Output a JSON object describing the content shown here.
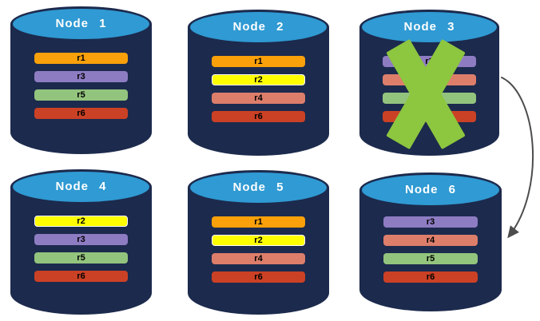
{
  "diagram": {
    "background": "#ffffff",
    "colors": {
      "cylinder_body": "#1C2A4D",
      "cylinder_lid": "#2F9AD3",
      "lid_rim": "#1C2A4D",
      "title_text": "#FFFFFF",
      "bar_text": "#000000",
      "failure_x": "#8DC63F",
      "arrow": "#4D4D4D",
      "highlight_outline": "#FFFFFF"
    },
    "nodes": [
      {
        "title": "Node 1",
        "failed": false,
        "replicas": [
          {
            "label": "r1",
            "color": "#F9A00A"
          },
          {
            "label": "r3",
            "color": "#8E7CC3"
          },
          {
            "label": "r5",
            "color": "#93C47D"
          },
          {
            "label": "r6",
            "color": "#CB4125"
          }
        ]
      },
      {
        "title": "Node 2",
        "failed": false,
        "replicas": [
          {
            "label": "r1",
            "color": "#F9A00A"
          },
          {
            "label": "r2",
            "color": "#FFFF00",
            "outline": "#FFFFFF"
          },
          {
            "label": "r4",
            "color": "#DD7E6B"
          },
          {
            "label": "r6",
            "color": "#CB4125"
          }
        ]
      },
      {
        "title": "Node 3",
        "failed": true,
        "replicas": [
          {
            "label": "r3",
            "color": "#8E7CC3"
          },
          {
            "label": "r4",
            "color": "#DD7E6B"
          },
          {
            "label": "r5",
            "color": "#93C47D"
          },
          {
            "label": "r6",
            "color": "#CB4125"
          }
        ]
      },
      {
        "title": "Node 4",
        "failed": false,
        "replicas": [
          {
            "label": "r2",
            "color": "#FFFF00",
            "outline": "#FFFFFF"
          },
          {
            "label": "r3",
            "color": "#8E7CC3"
          },
          {
            "label": "r5",
            "color": "#93C47D"
          },
          {
            "label": "r6",
            "color": "#CB4125"
          }
        ]
      },
      {
        "title": "Node 5",
        "failed": false,
        "replicas": [
          {
            "label": "r1",
            "color": "#F9A00A"
          },
          {
            "label": "r2",
            "color": "#FFFF00",
            "outline": "#FFFFFF"
          },
          {
            "label": "r4",
            "color": "#DD7E6B"
          },
          {
            "label": "r6",
            "color": "#CB4125"
          }
        ]
      },
      {
        "title": "Node 6",
        "failed": false,
        "replicas": [
          {
            "label": "r3",
            "color": "#8E7CC3"
          },
          {
            "label": "r4",
            "color": "#DD7E6B"
          },
          {
            "label": "r5",
            "color": "#93C47D"
          },
          {
            "label": "r6",
            "color": "#CB4125"
          }
        ]
      }
    ],
    "arrow": {
      "from_node": "Node 3",
      "to_node": "Node 6"
    }
  }
}
